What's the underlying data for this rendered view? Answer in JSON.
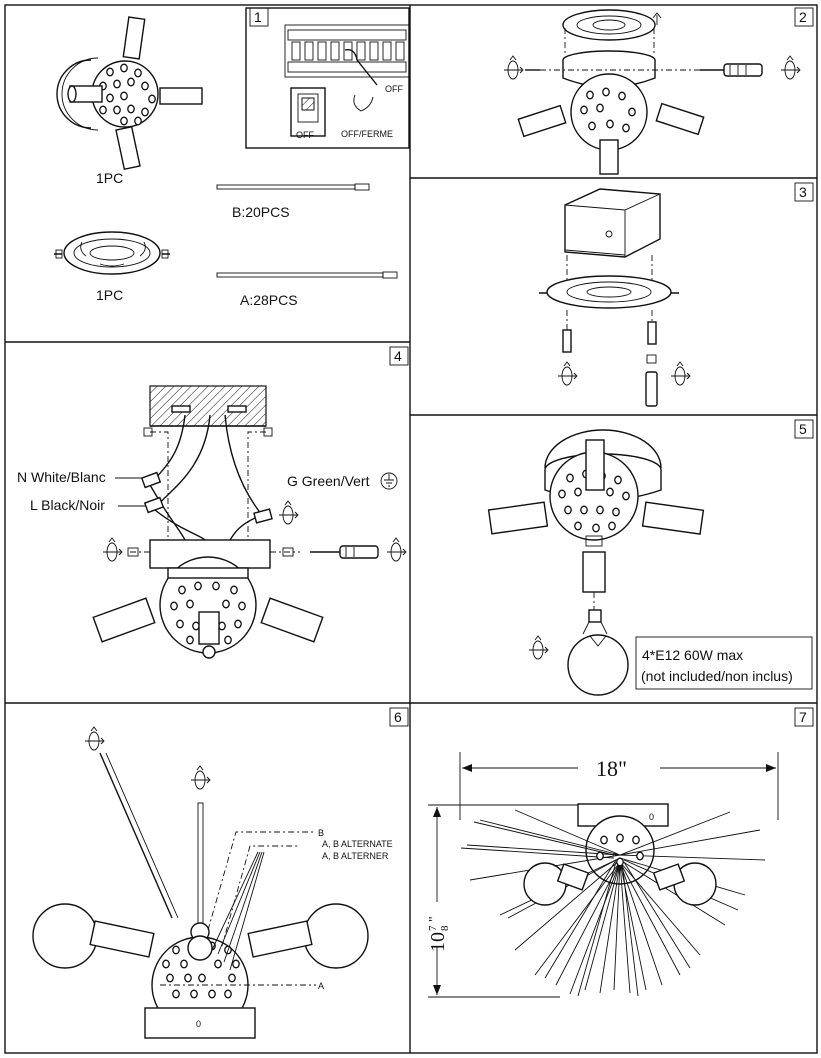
{
  "panels": [
    {
      "number": "1",
      "parts": [
        {
          "qty": "1PC"
        },
        {
          "qty": "1PC"
        },
        {
          "label": "B:20PCS"
        },
        {
          "label": "A:28PCS"
        }
      ],
      "breaker": {
        "off_label": "OFF",
        "switch_label": "OFF",
        "switch_label_fr": "OFF/FERME"
      }
    },
    {
      "number": "2"
    },
    {
      "number": "3"
    },
    {
      "number": "4",
      "wires": {
        "neutral": "N White/Blanc",
        "live": "L Black/Noir",
        "ground": "G Green/Vert"
      }
    },
    {
      "number": "5",
      "bulb_note_line1": "4*E12 60W max",
      "bulb_note_line2": "(not included/non inclus)"
    },
    {
      "number": "6",
      "rod_b": "B",
      "alternate": "A, B  ALTERNATE",
      "alterner": "A, B  ALTERNER",
      "rod_a": "A",
      "canopy_mark": "0"
    },
    {
      "number": "7",
      "width": "18\"",
      "height_whole": "10",
      "height_num": "7",
      "height_den": "8",
      "height_unit": "\"",
      "canopy_mark": "0"
    }
  ]
}
